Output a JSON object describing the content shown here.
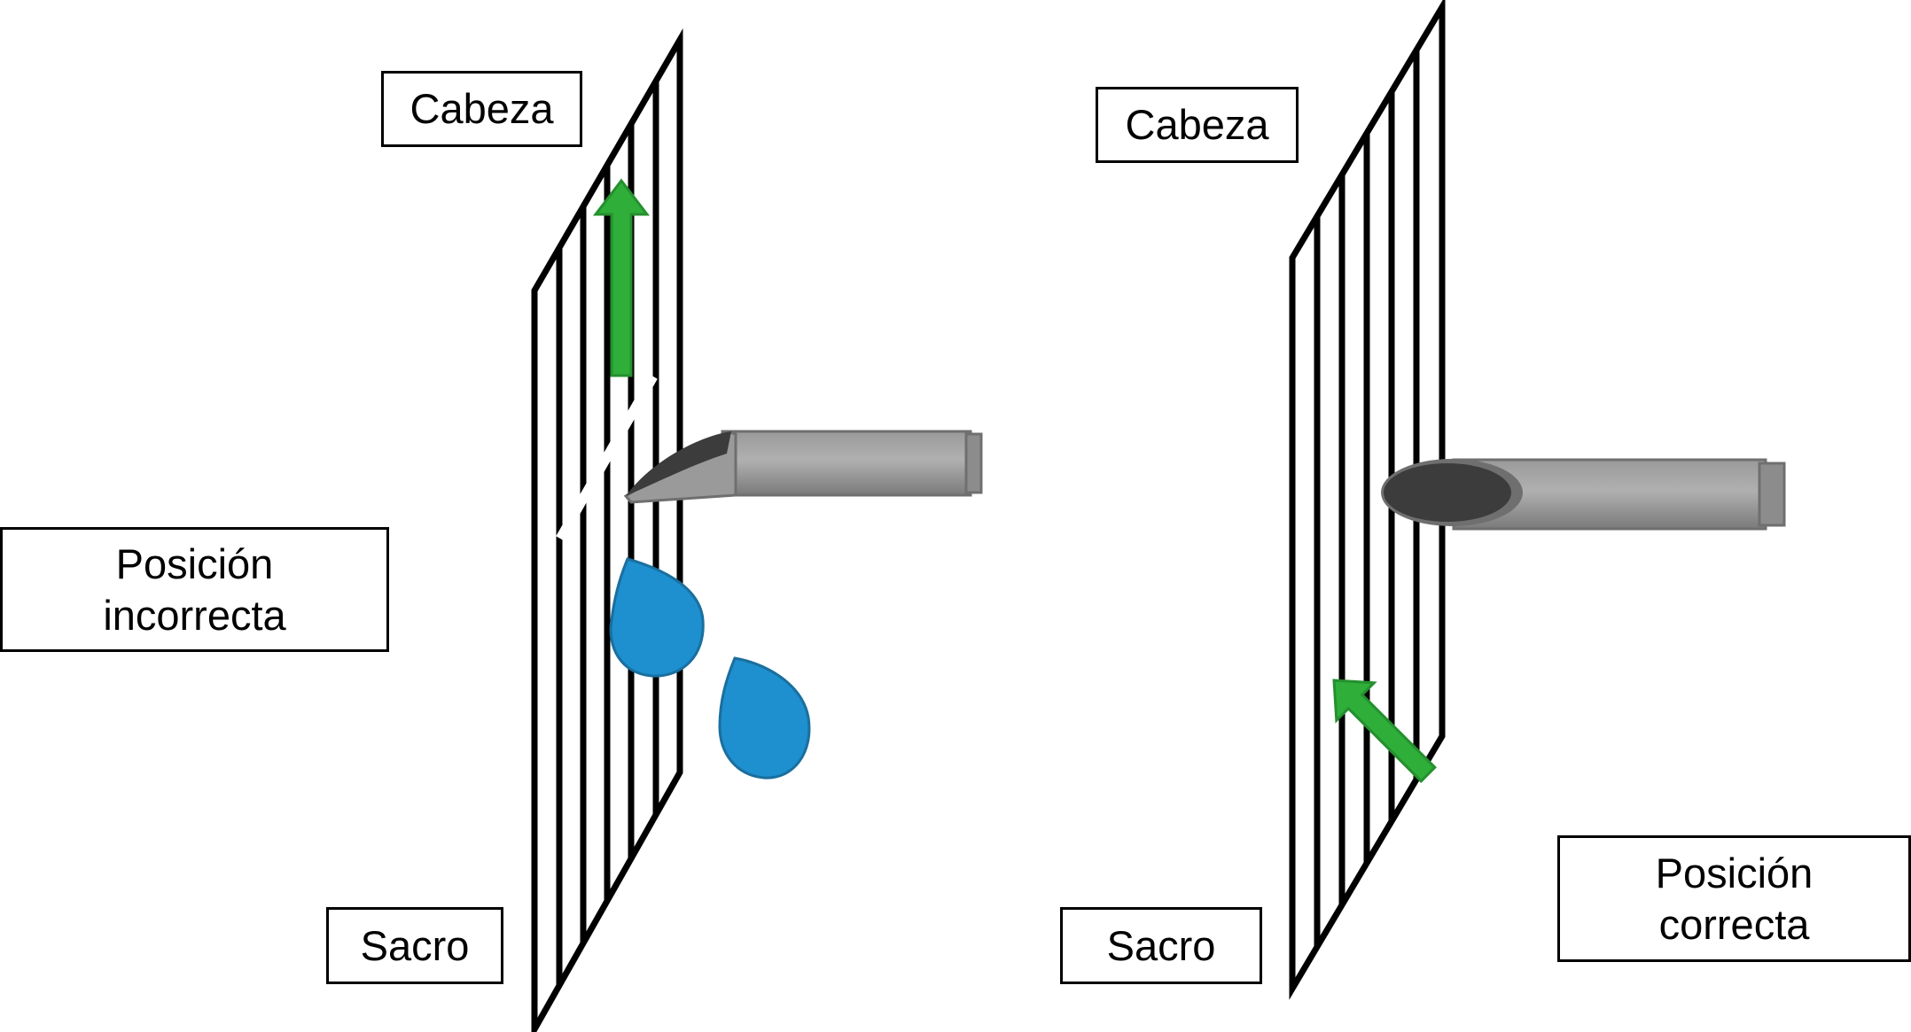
{
  "diagram": {
    "left_panel": {
      "top_label": "Cabeza",
      "bottom_label": "Sacro",
      "position_label_line1": "Posición",
      "position_label_line2": "incorrecta"
    },
    "right_panel": {
      "top_label": "Cabeza",
      "bottom_label": "Sacro",
      "position_label_line1": "Posición",
      "position_label_line2": "correcta"
    },
    "colors": {
      "grid_lines": "#000000",
      "needle_body": "#8c8c8c",
      "needle_highlight": "#a9a9a9",
      "needle_bevel": "#3c3c3c",
      "arrow": "#2fae3a",
      "drops": "#1e8fcf",
      "drops_outline": "#1a6f9e"
    },
    "icons": {
      "left_arrow": "green-arrow-up-icon",
      "right_arrow": "green-arrow-down-left-icon",
      "drops": "fluid-drop-icon"
    }
  }
}
